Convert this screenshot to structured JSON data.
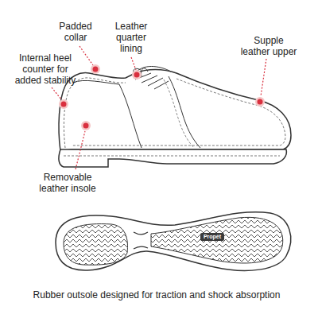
{
  "diagram": {
    "caption": "Rubber outsole designed for traction and shock absorption",
    "labels": [
      "Padded collar",
      "Leather quarter lining",
      "Supple leather upper",
      "Internal heel counter for added stability",
      "Removable leather insole",
      "Propét"
    ]
  }
}
